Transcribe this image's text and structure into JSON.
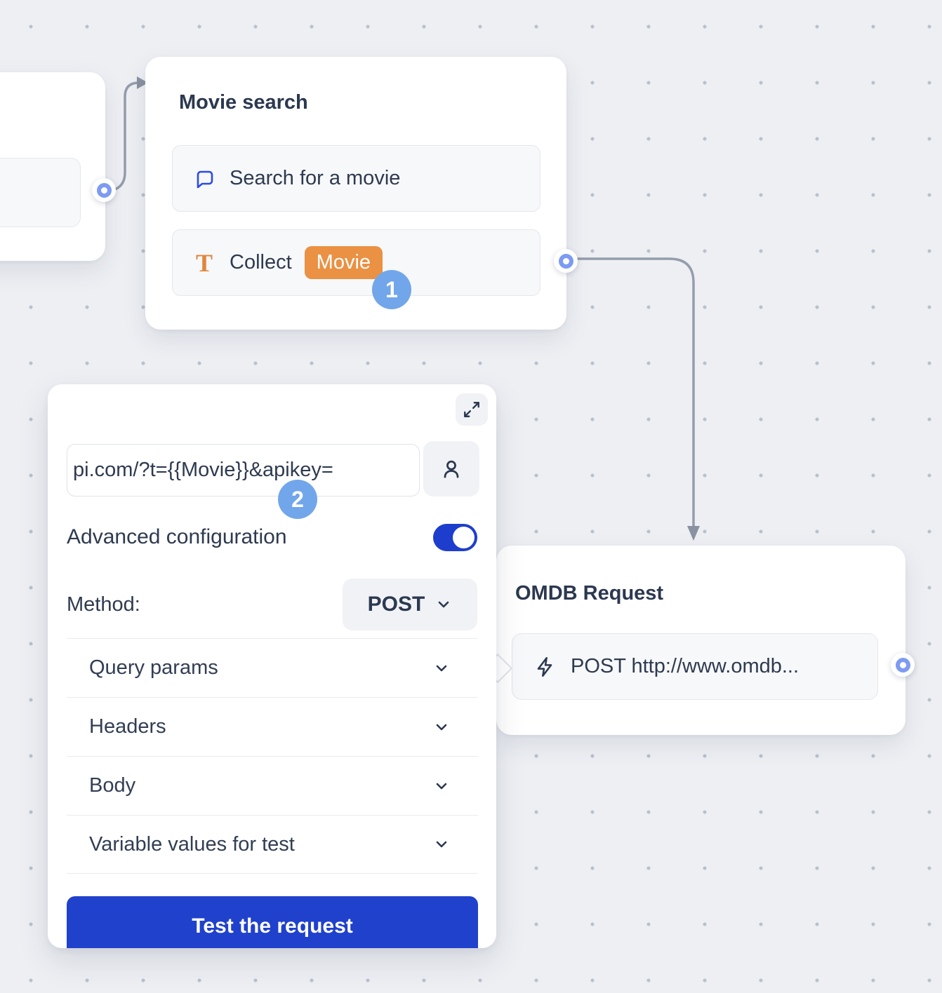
{
  "canvas": {
    "background_color": "#edeff3",
    "dot_color": "#b9c1cd"
  },
  "colors": {
    "accent_blue": "#2041cc",
    "toggle_blue": "#1d3ecd",
    "step_badge_blue": "#72a6ea",
    "port_ring_blue": "#7d9bf2",
    "variable_badge_orange": "#ea9143",
    "connector_gray": "#959dab",
    "text_navy": "#2e3a4f"
  },
  "icons": {
    "chat": "chat-bubble-icon",
    "collect": "text-collect-icon",
    "lightning": "lightning-icon",
    "expand": "expand-icon",
    "person": "person-icon",
    "chevron": "chevron-down-icon"
  },
  "nodes": {
    "movie_search": {
      "title": "Movie search",
      "items": [
        {
          "icon": "chat-bubble-icon",
          "label": "Search for a movie"
        },
        {
          "icon": "text-collect-icon",
          "label": "Collect",
          "badge": "Movie"
        }
      ],
      "step_badge": "1"
    },
    "omdb_request": {
      "title": "OMDB Request",
      "item": {
        "icon": "lightning-icon",
        "label": "POST http://www.omdb..."
      }
    }
  },
  "panel": {
    "url_value": "pi.com/?t={{Movie}}&apikey=",
    "step_badge": "2",
    "advanced_label": "Advanced configuration",
    "advanced_on": true,
    "method_label": "Method:",
    "method_value": "POST",
    "sections": [
      "Query params",
      "Headers",
      "Body",
      "Variable values for test"
    ],
    "test_button_label": "Test the request"
  }
}
